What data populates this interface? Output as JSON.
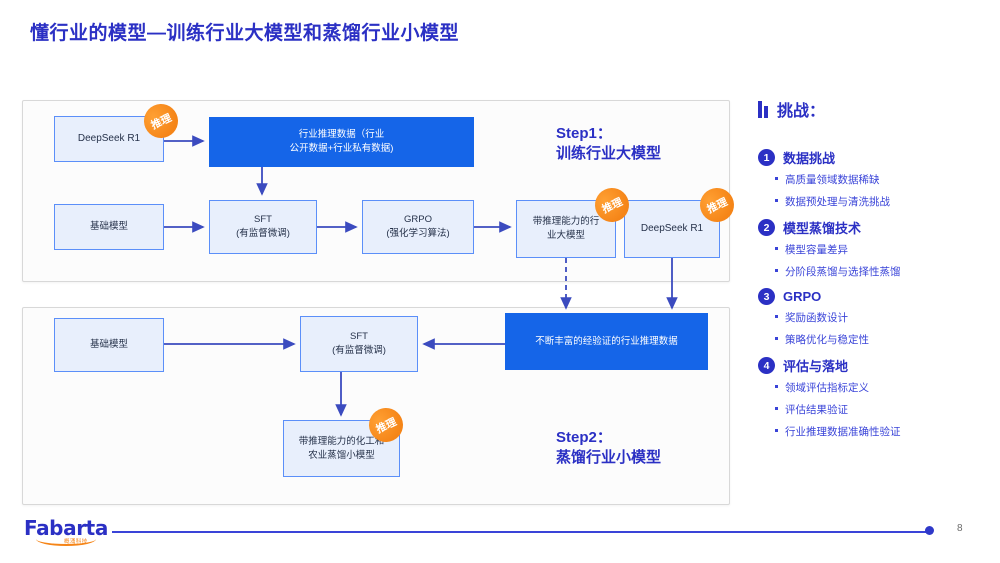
{
  "slide": {
    "title": "懂行业的模型—训练行业大模型和蒸馏行业小模型",
    "page_number": "8",
    "accent_blue": "#2b30c4",
    "node_blue": "#1565e8",
    "badge_orange": "#f58518"
  },
  "step1": {
    "caption_line1": "Step1：",
    "caption_line2": "训练行业大模型",
    "nodes": {
      "deepseek_r1_top": "DeepSeek R1",
      "industry_data_line1": "行业推理数据（行业",
      "industry_data_line2": "公开数据+行业私有数据)",
      "base_model": "基础模型",
      "sft_line1": "SFT",
      "sft_line2": "(有监督微调)",
      "grpo_line1": "GRPO",
      "grpo_line2": "(强化学习算法)",
      "big_model_line1": "带推理能力的行",
      "big_model_line2": "业大模型",
      "deepseek_r1_right": "DeepSeek R1"
    }
  },
  "step2": {
    "caption_line1": "Step2：",
    "caption_line2": "蒸馏行业小模型",
    "nodes": {
      "base_model": "基础模型",
      "sft_line1": "SFT",
      "sft_line2": "(有监督微调)",
      "enriched_data": "不断丰富的经验证的行业推理数据",
      "small_model_line1": "带推理能力的化工和",
      "small_model_line2": "农业蒸馏小模型"
    }
  },
  "badges": {
    "reasoning": "推理"
  },
  "challenges": {
    "heading": "挑战：",
    "groups": [
      {
        "number": "1",
        "title": "数据挑战",
        "items": [
          "高质量领域数据稀缺",
          "数据预处理与清洗挑战"
        ]
      },
      {
        "number": "2",
        "title": "模型蒸馏技术",
        "items": [
          "模型容量差异",
          "分阶段蒸馏与选择性蒸馏"
        ]
      },
      {
        "number": "3",
        "title": "GRPO",
        "items": [
          "奖励函数设计",
          "策略优化与稳定性"
        ]
      },
      {
        "number": "4",
        "title": "评估与落地",
        "items": [
          "领域评估指标定义",
          "评估结果验证",
          "行业推理数据准确性验证"
        ]
      }
    ]
  },
  "footer": {
    "logo_wordmark": "Fabarta",
    "logo_sub_cn": "概涌科技"
  }
}
